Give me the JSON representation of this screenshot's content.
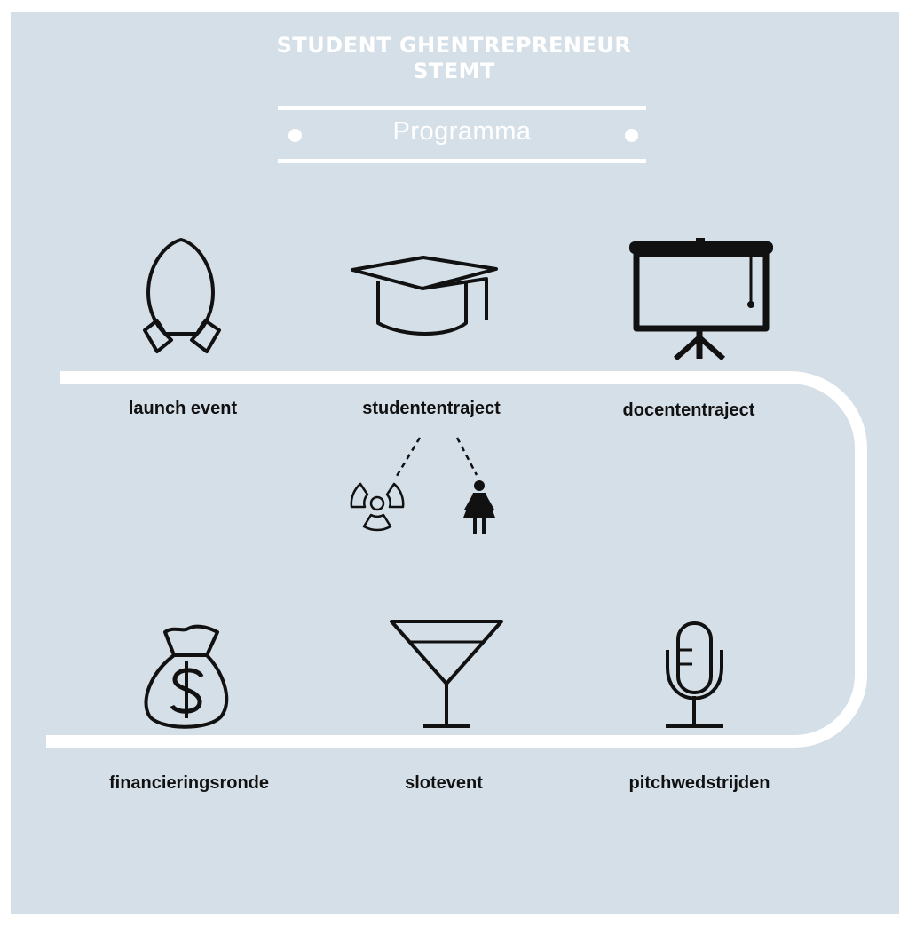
{
  "header": {
    "title_line1": "STUDENT GHENTREPRENEUR",
    "title_line2": "STEMT",
    "subtitle": "Programma"
  },
  "steps": [
    {
      "label": "launch event",
      "icon": "rocket-icon"
    },
    {
      "label": "studententraject",
      "icon": "graduation-cap-icon"
    },
    {
      "label": "docententraject",
      "icon": "presentation-screen-icon"
    },
    {
      "label": "pitchwedstrijden",
      "icon": "microphone-icon"
    },
    {
      "label": "slotevent",
      "icon": "cocktail-glass-icon"
    },
    {
      "label": "financieringsronde",
      "icon": "money-bag-icon"
    }
  ],
  "sub_items": [
    {
      "icon": "radiation-icon"
    },
    {
      "icon": "woman-icon"
    }
  ],
  "colors": {
    "background": "#d5dfe8",
    "track": "#ffffff",
    "icon": "#111111"
  }
}
